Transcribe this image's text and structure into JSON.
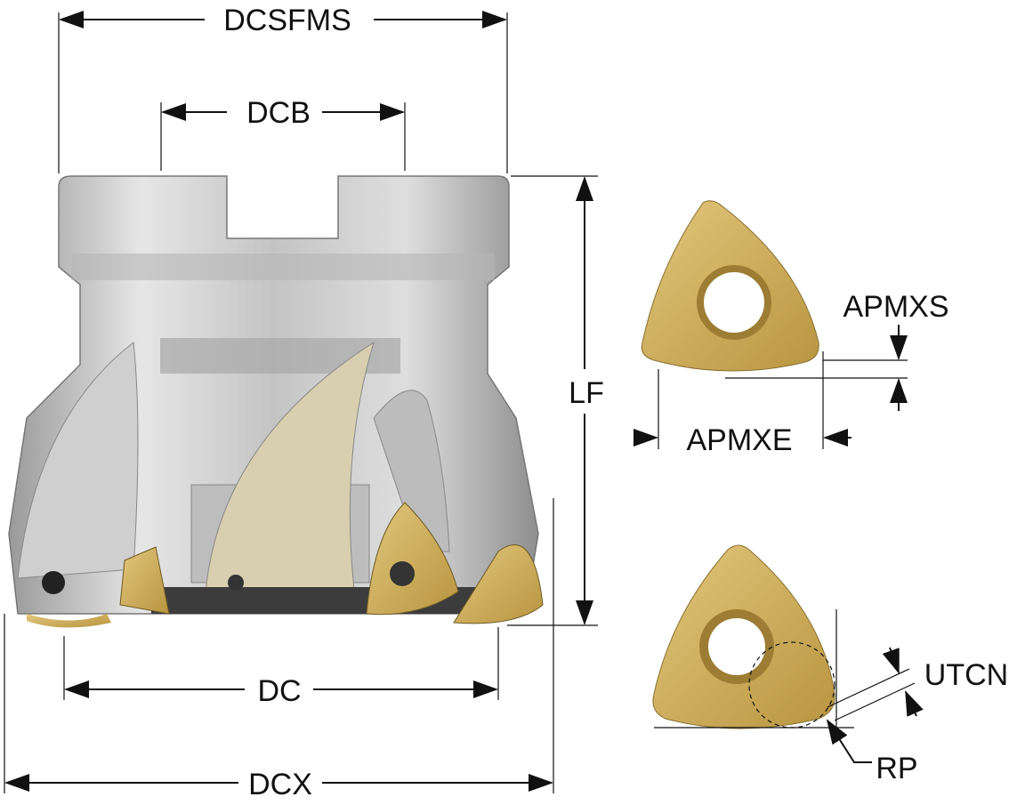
{
  "title": "Face milling cutter dimension diagram",
  "labels": {
    "dcsfms": "DCSFMS",
    "dcb": "DCB",
    "lf": "LF",
    "dc": "DC",
    "dcx": "DCX",
    "apmxs": "APMXS",
    "apmxe": "APMXE",
    "utcn": "UTCN",
    "rp": "RP"
  },
  "colors": {
    "body": "#c9c9c9",
    "insert": "#d2b46a",
    "line": "#111111"
  }
}
